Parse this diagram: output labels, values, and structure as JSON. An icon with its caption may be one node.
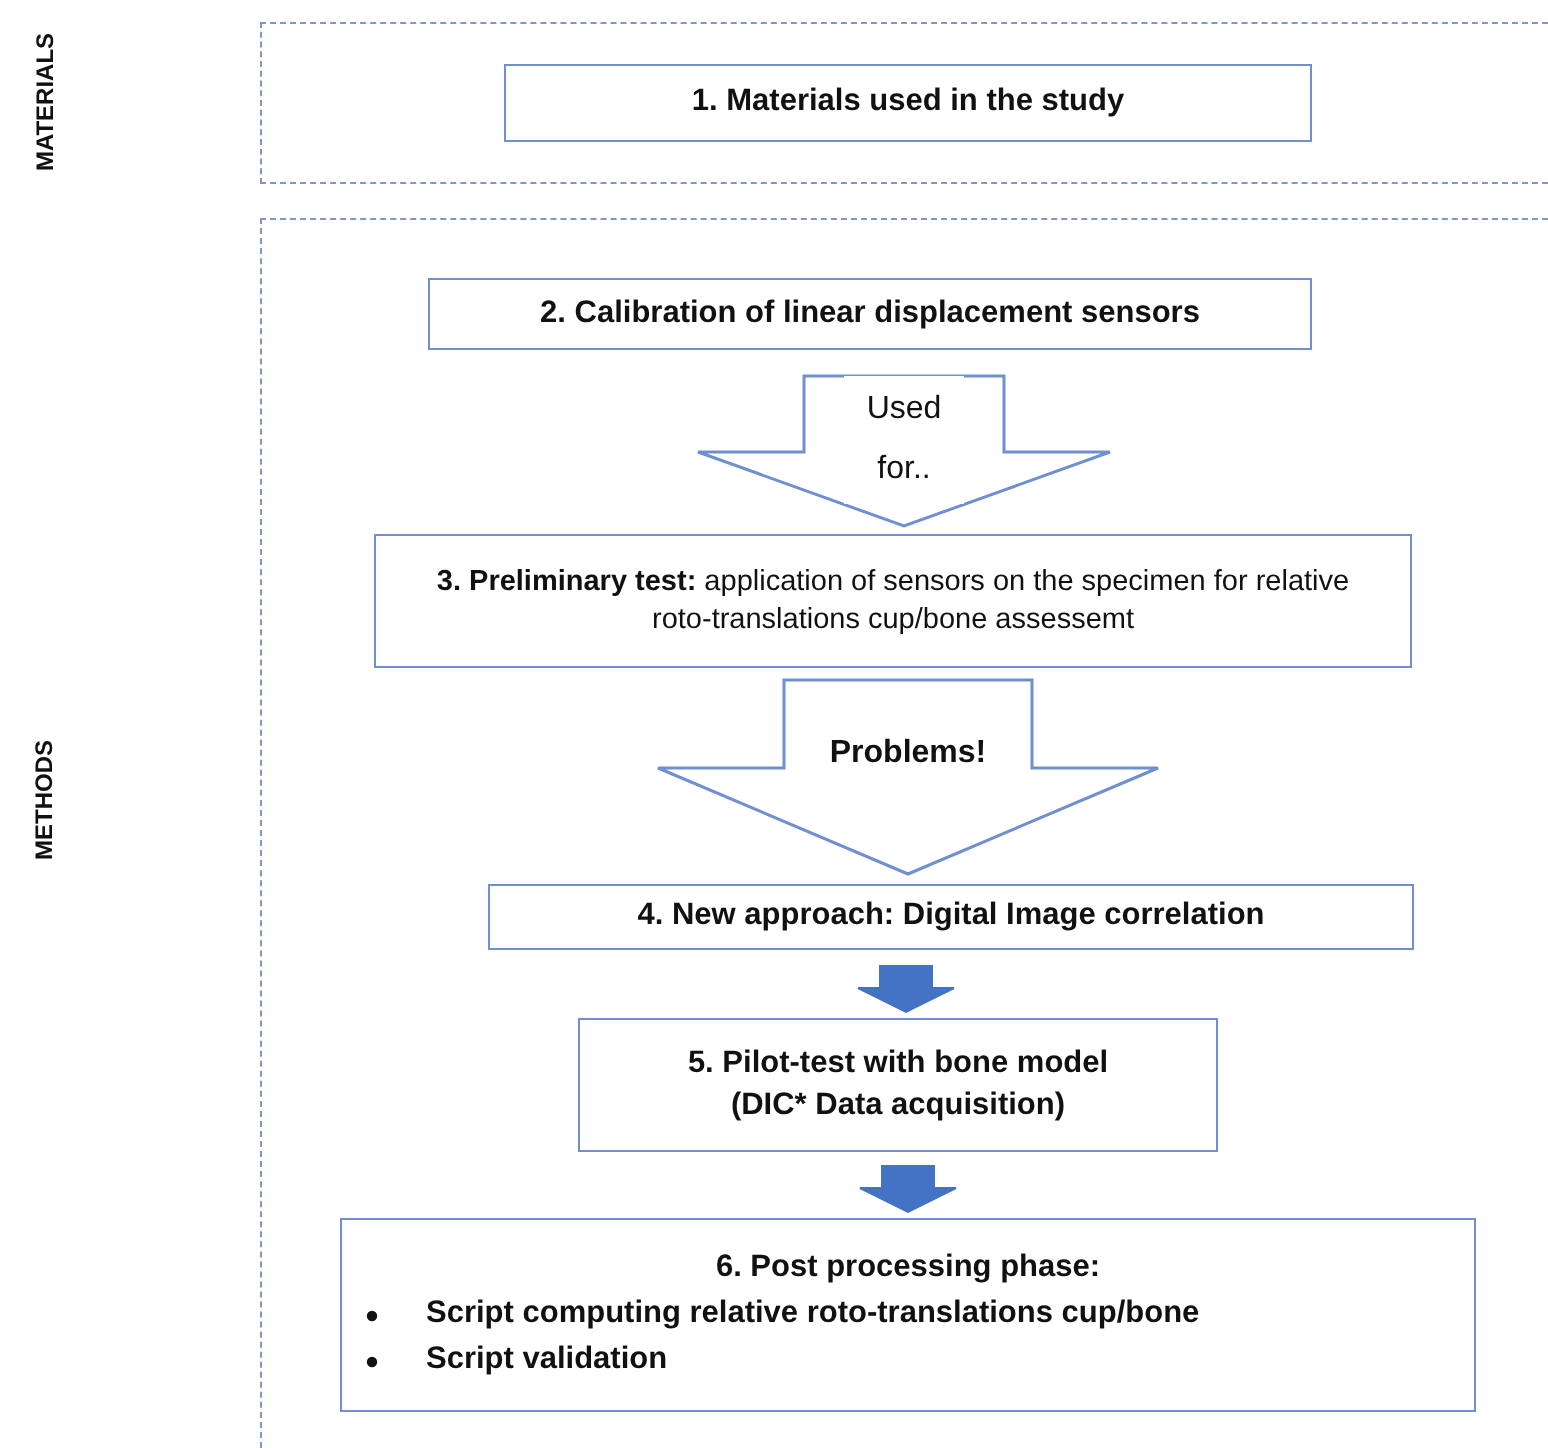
{
  "diagram": {
    "nodes": [
      {
        "text": [],
        "shape": "box"
      },
      {
        "text": [
          "1. Materials used in the study"
        ],
        "in": 0
      },
      {
        "text": [],
        "shape": "box"
      },
      {
        "text": [
          "2. Calibration of linear displacement sensors"
        ],
        "in": 2
      },
      {
        "text": [
          "**3. Preliminary test:** application of sensors on the specimen for relative roto-translations cup/bone assessemt"
        ],
        "in": 2
      },
      {
        "text": [
          "4. New approach: Digital Image correlation"
        ],
        "in": 2
      },
      {
        "text": [
          "5. Pilot-test with bone model (DIC* Data acquisition)"
        ],
        "in": 2
      },
      {
        "text": [
          "6. Post processing phase:",
          "Script computing relative roto-translations cup/bone",
          "Script validation"
        ],
        "in": 2
      }
    ],
    "edges": [
      {
        "from": 3,
        "to": 4,
        "arrow": "to",
        "label": "Used for.."
      },
      {
        "from": 4,
        "to": 5,
        "arrow": "to",
        "label": "Problems!"
      },
      {
        "from": 5,
        "to": 6,
        "arrow": "to",
        "style": "thick"
      },
      {
        "from": 6,
        "to": 7,
        "arrow": "to",
        "style": "thick"
      }
    ],
    "labels": [
      "MATERIALS",
      "METHODS"
    ]
  }
}
